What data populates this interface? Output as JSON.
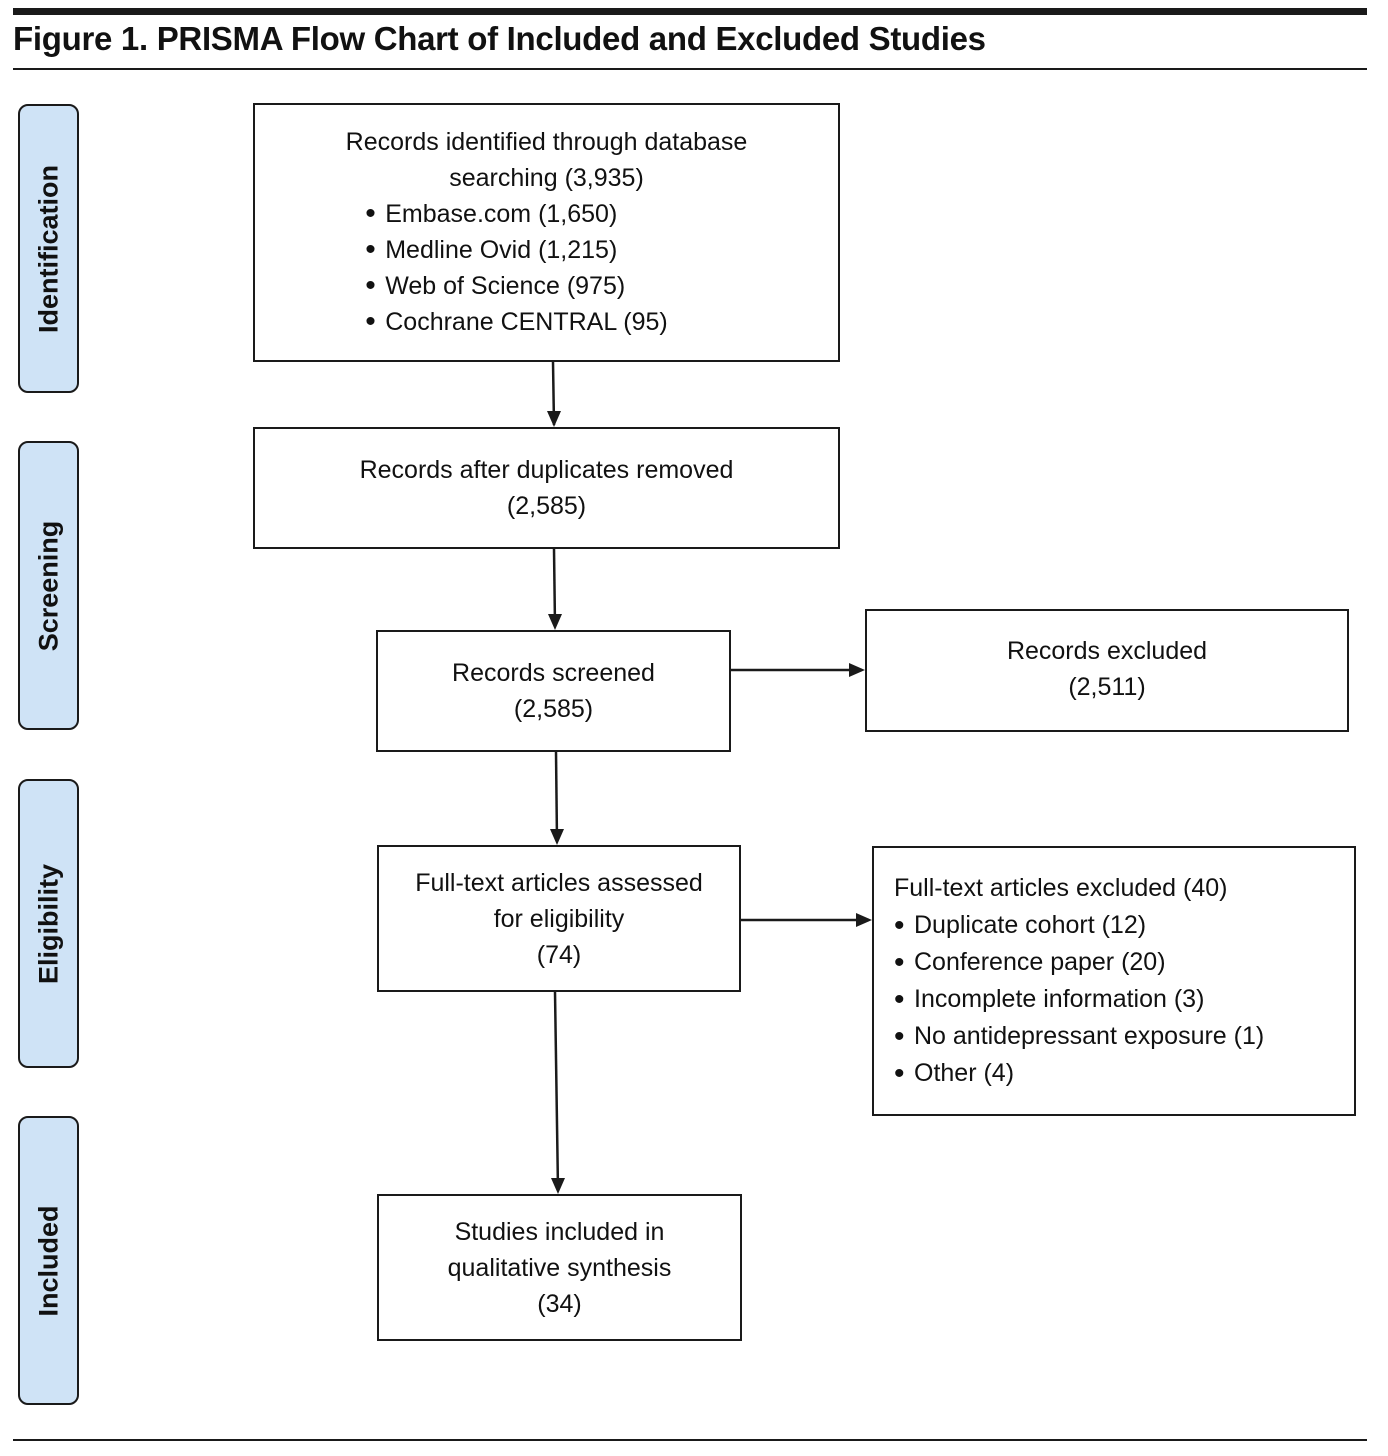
{
  "figure": {
    "title": "Figure 1. PRISMA Flow Chart of Included and Excluded Studies"
  },
  "stages": {
    "identification": "Identification",
    "screening": "Screening",
    "eligibility": "Eligibility",
    "included": "Included"
  },
  "identified": {
    "line1": "Records identified through database",
    "line2": "searching (3,935)",
    "sources": [
      "Embase.com (1,650)",
      "Medline Ovid (1,215)",
      "Web of Science (975)",
      "Cochrane CENTRAL (95)"
    ]
  },
  "deduplicated": {
    "line1": "Records after duplicates removed",
    "line2": "(2,585)"
  },
  "screened": {
    "line1": "Records screened",
    "line2": "(2,585)"
  },
  "excluded_records": {
    "line1": "Records excluded",
    "line2": "(2,511)"
  },
  "fulltext_assessed": {
    "line1": "Full-text articles assessed",
    "line2": "for eligibility",
    "line3": "(74)"
  },
  "fulltext_excluded": {
    "header": "Full-text articles excluded (40)",
    "reasons": [
      "Duplicate cohort (12)",
      "Conference paper (20)",
      "Incomplete information (3)",
      "No antidepressant exposure (1)",
      "Other (4)"
    ]
  },
  "included_studies": {
    "line1": "Studies included in",
    "line2": "qualitative synthesis",
    "line3": "(34)"
  },
  "colors": {
    "stage_fill": "#cfe3f6",
    "stroke": "#1a1a1a"
  }
}
